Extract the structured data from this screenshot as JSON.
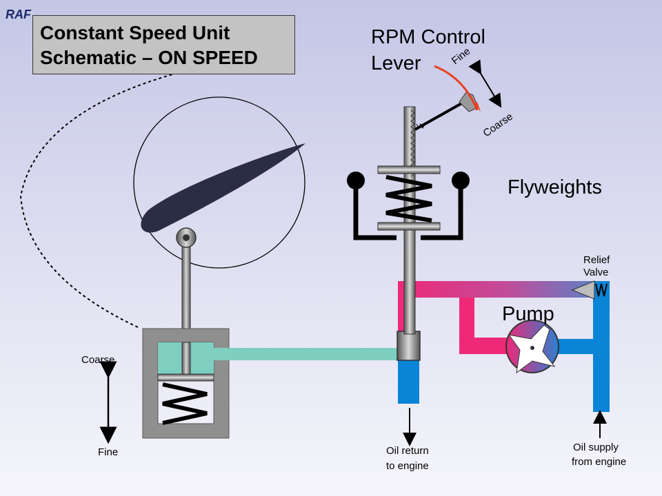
{
  "title": {
    "line1": "Constant Speed Unit",
    "line2": "Schematic – ON SPEED"
  },
  "logo": {
    "text": "RAF"
  },
  "labels": {
    "rpm_lever_line1": "RPM Control",
    "rpm_lever_line2": "Lever",
    "fine_top": "Fine",
    "coarse_top": "Coarse",
    "flyweights": "Flyweights",
    "relief_line1": "Relief",
    "relief_line2": "Valve",
    "pump": "Pump",
    "coarse_left": "Coarse",
    "fine_left": "Fine",
    "oil_return_line1": "Oil return",
    "oil_return_line2": "to engine",
    "oil_supply_line1": "Oil supply",
    "oil_supply_line2": "from engine"
  },
  "colors": {
    "high_pressure": "#ee2a78",
    "low_pressure": "#0a84d6",
    "servo_oil": "#7ecfc0",
    "housing": "#8f8f8f",
    "blade": "#2b2d45"
  }
}
